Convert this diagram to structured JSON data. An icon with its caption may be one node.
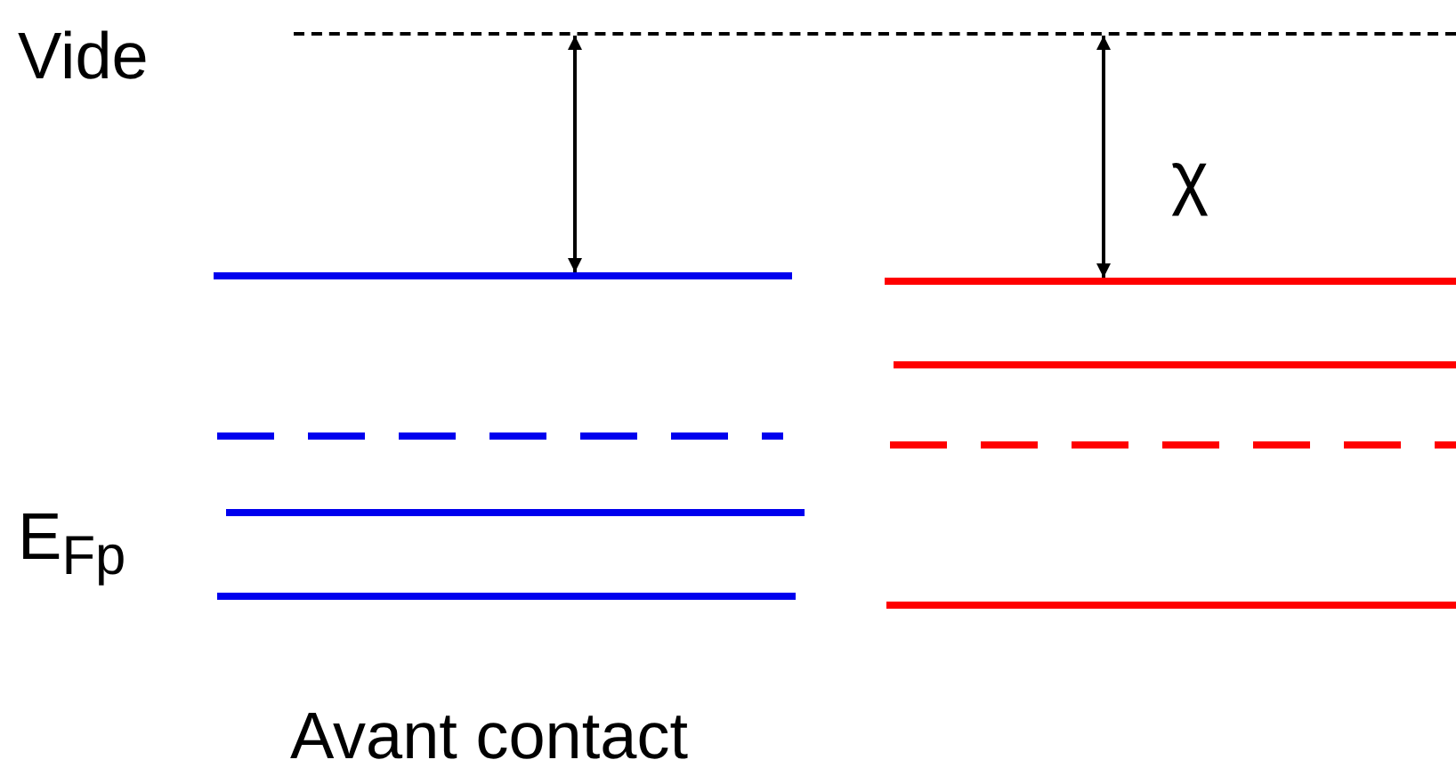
{
  "diagram": {
    "caption": "Avant contact",
    "nodes": [
      {
        "text": [],
        "shape": "bar",
        "beside": [
          "Vide"
        ]
      },
      {
        "text": [],
        "shape": "bar"
      },
      {
        "text": [],
        "shape": "bar"
      }
    ],
    "edges": [
      {
        "from": 0,
        "to": 1,
        "arrow": "both"
      },
      {
        "from": 0,
        "to": 2,
        "arrow": "both",
        "label": "χ"
      }
    ],
    "labels": [
      "E$_{Fp}$"
    ]
  }
}
